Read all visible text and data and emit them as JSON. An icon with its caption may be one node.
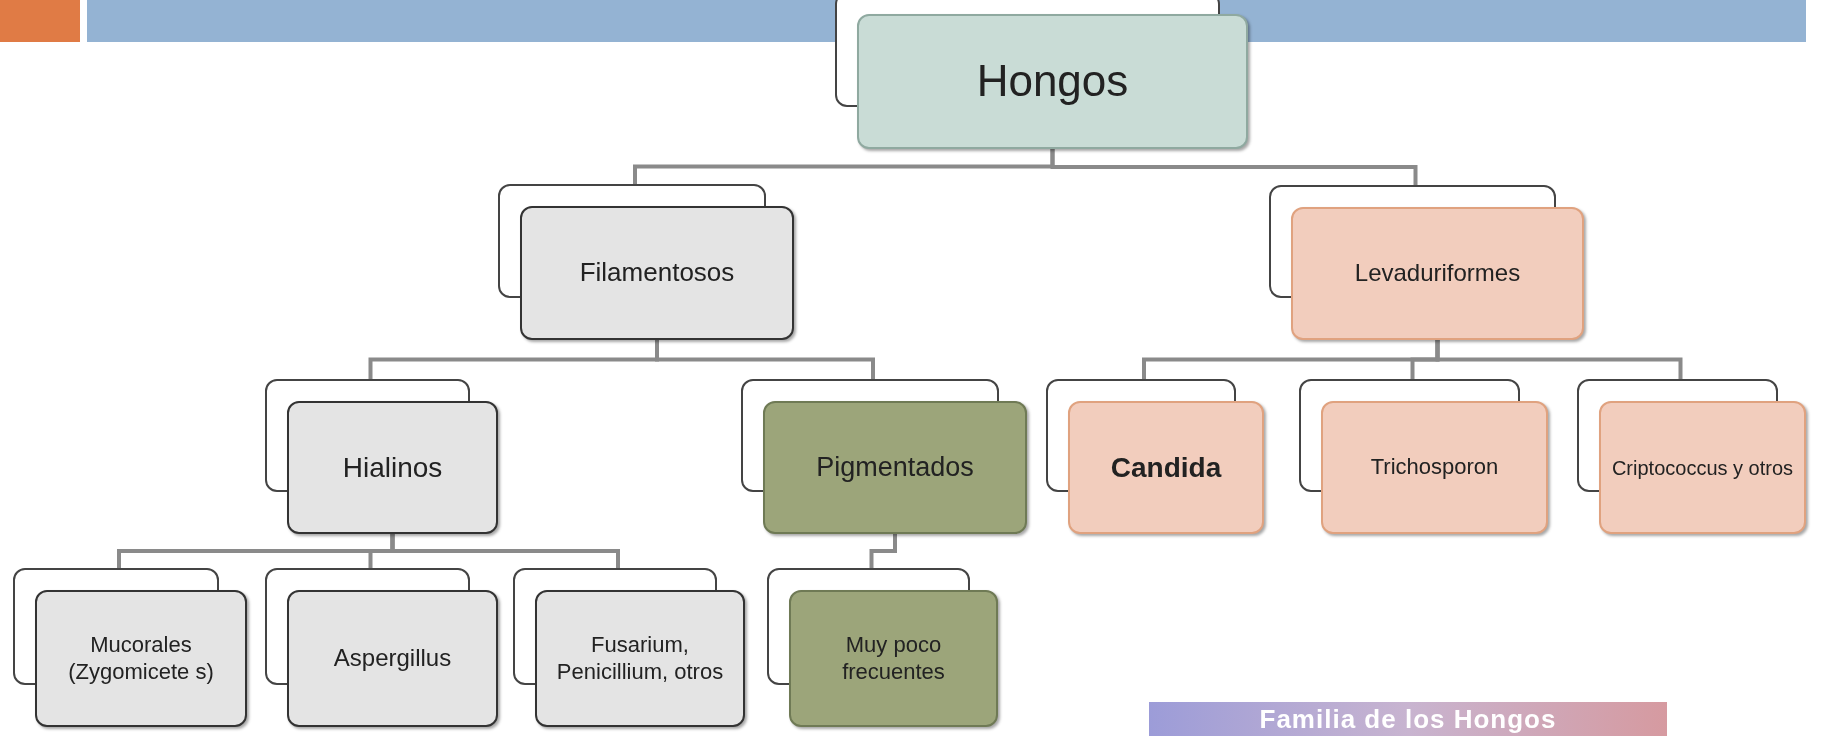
{
  "diagram": {
    "nodes": [
      {
        "text": [
          "Hongos"
        ]
      },
      {
        "text": [
          "Filamentosos"
        ]
      },
      {
        "text": [
          "Levaduriformes"
        ]
      },
      {
        "text": [
          "Hialinos"
        ]
      },
      {
        "text": [
          "Pigmentados"
        ]
      },
      {
        "text": [
          "Candida"
        ]
      },
      {
        "text": [
          "Trichosporon"
        ]
      },
      {
        "text": [
          "Criptococcus y otros"
        ]
      },
      {
        "text": [
          "Mucorales (Zygomicete s)"
        ]
      },
      {
        "text": [
          "Aspergillus"
        ]
      },
      {
        "text": [
          "Fusarium, Penicillium, otros"
        ]
      },
      {
        "text": [
          "Muy poco frecuentes"
        ]
      }
    ],
    "edges": [
      {
        "from": 0,
        "to": 1,
        "arrow": "none"
      },
      {
        "from": 0,
        "to": 2,
        "arrow": "none"
      },
      {
        "from": 1,
        "to": 3,
        "arrow": "none"
      },
      {
        "from": 1,
        "to": 4,
        "arrow": "none"
      },
      {
        "from": 2,
        "to": 5,
        "arrow": "none"
      },
      {
        "from": 2,
        "to": 6,
        "arrow": "none"
      },
      {
        "from": 2,
        "to": 7,
        "arrow": "none"
      },
      {
        "from": 3,
        "to": 8,
        "arrow": "none"
      },
      {
        "from": 3,
        "to": 9,
        "arrow": "none"
      },
      {
        "from": 3,
        "to": 10,
        "arrow": "none"
      },
      {
        "from": 4,
        "to": 11,
        "arrow": "none"
      }
    ],
    "labels": [
      "Familia de los Hongos"
    ]
  }
}
